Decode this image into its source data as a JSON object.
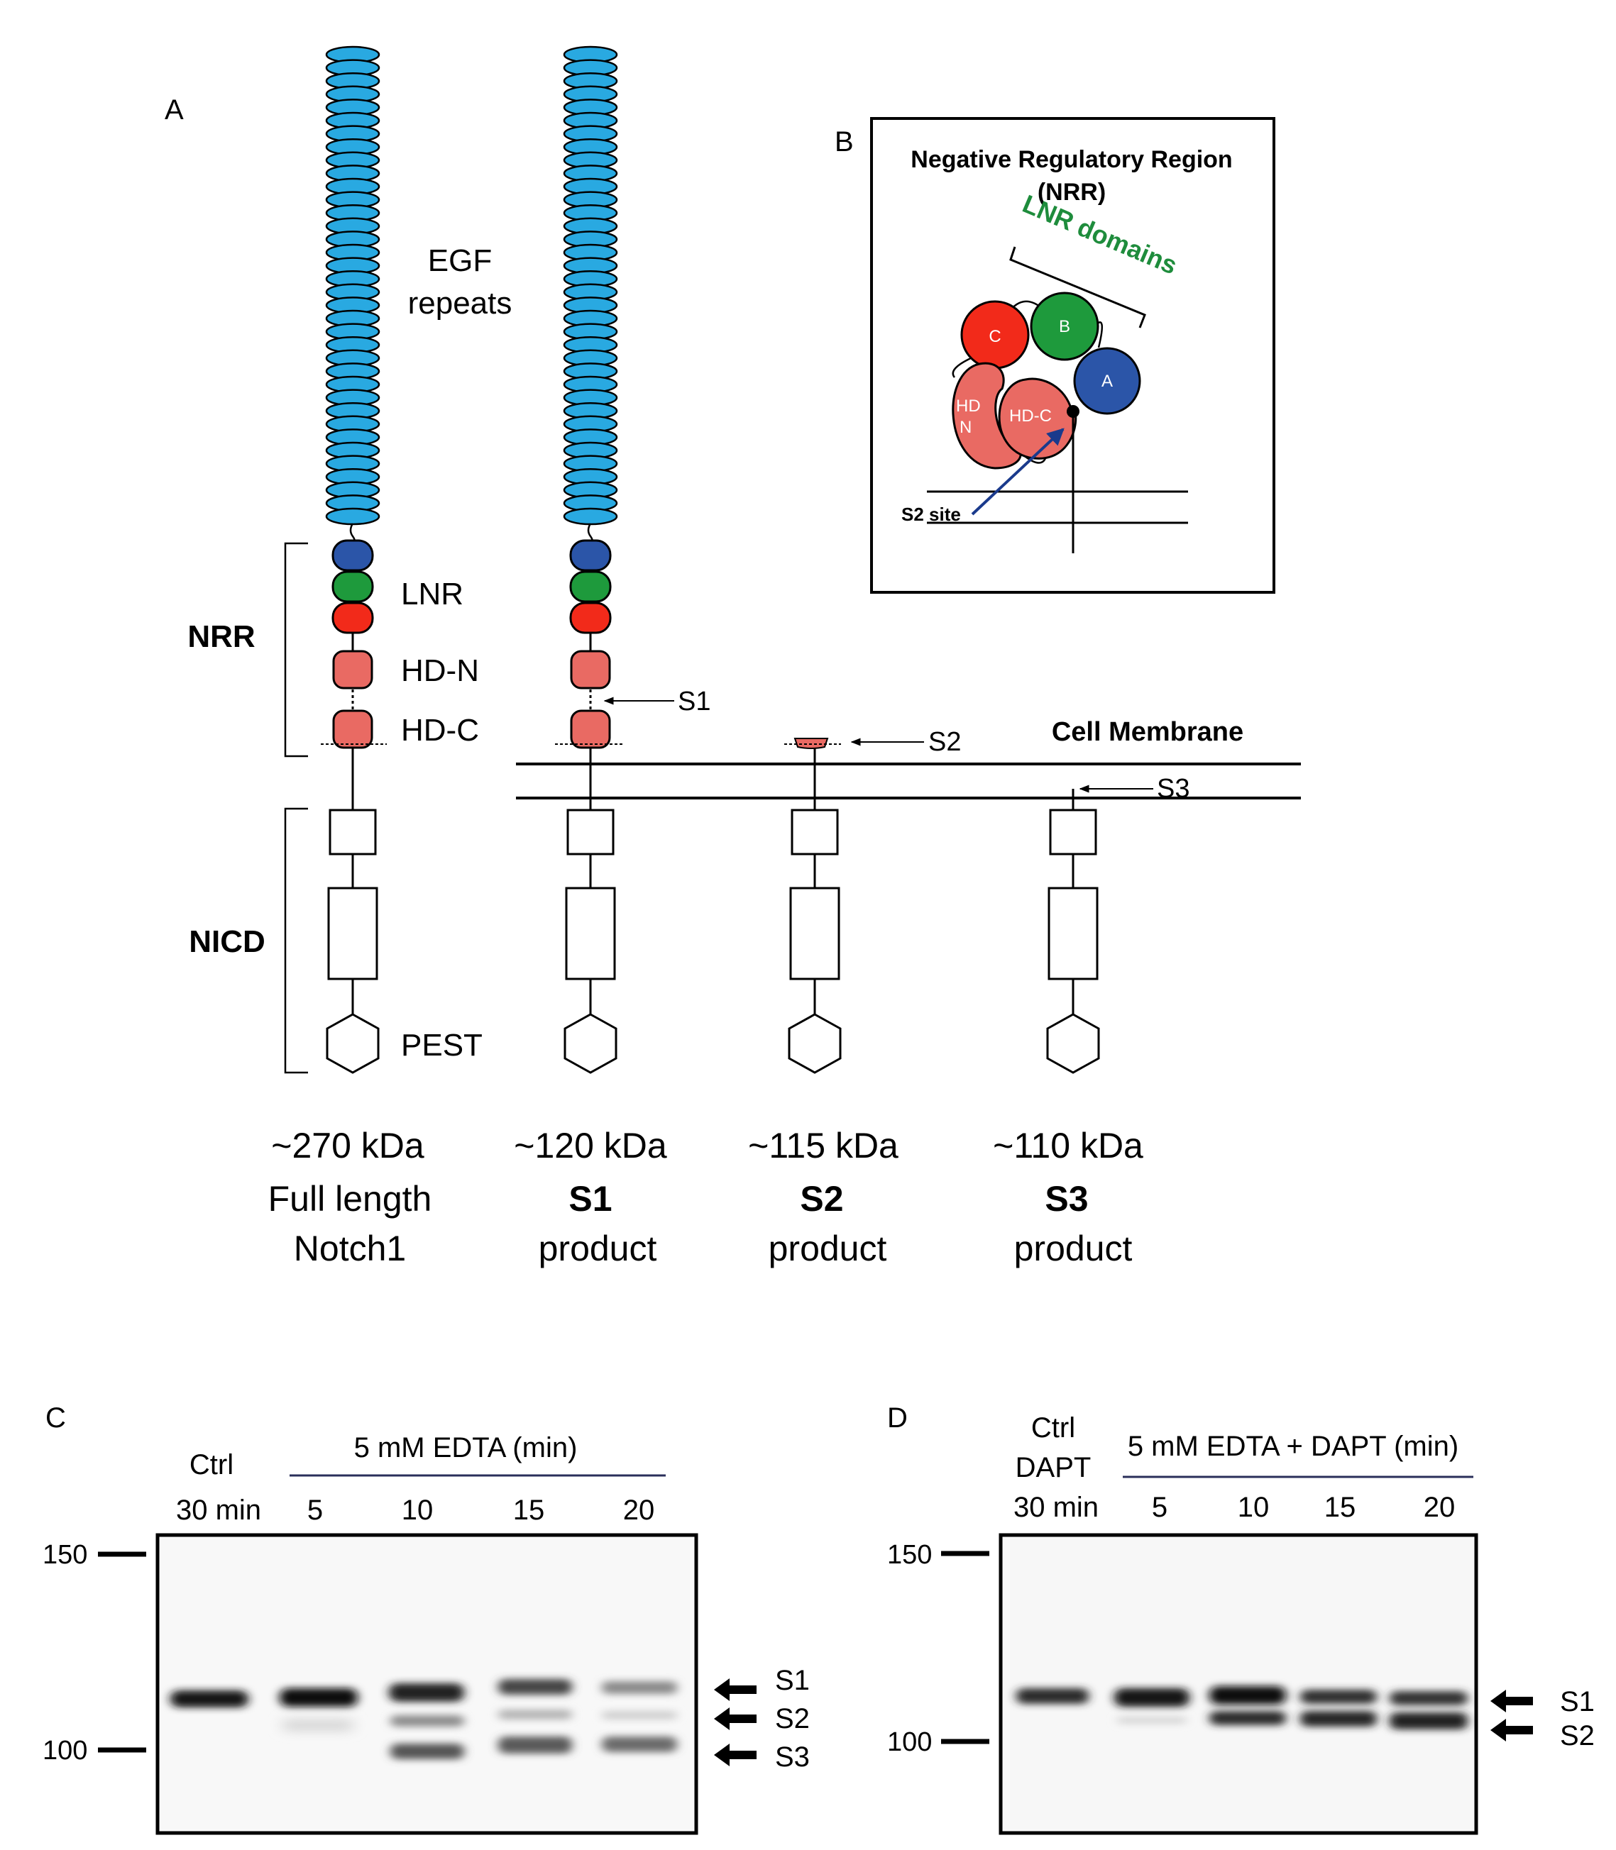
{
  "colors": {
    "egf": "#29a9e1",
    "lnr_a": "#2b55a8",
    "lnr_b": "#1e9a3c",
    "lnr_c": "#f22a1a",
    "hd": "#e96a63",
    "lnr_label": "#1e8c3c",
    "s2_arrow": "#1a3a8c",
    "blot_bracket": "#2a2f5a"
  },
  "icons": {
    "pest": "hexagon-icon",
    "cleavage_arrow": "left-arrow-icon",
    "band_arrow": "bold-left-arrow-icon"
  },
  "panel_a": {
    "letter": "A",
    "egf_label_1": "EGF",
    "egf_label_2": "repeats",
    "nrr_label": "NRR",
    "nicd_label": "NICD",
    "lnr_label": "LNR",
    "hdn_label": "HD-N",
    "hdc_label": "HD-C",
    "pest_label": "PEST",
    "cell_membrane": "Cell Membrane",
    "cleavage_s1": "S1",
    "cleavage_s2": "S2",
    "cleavage_s3": "S3",
    "products": [
      {
        "size": "~270 kDa",
        "line2": "Full length",
        "line3": "Notch1"
      },
      {
        "size": "~120 kDa",
        "line2": "S1",
        "line3": "product"
      },
      {
        "size": "~115 kDa",
        "line2": "S2",
        "line3": "product"
      },
      {
        "size": "~110 kDa",
        "line2": "S3",
        "line3": "product"
      }
    ]
  },
  "panel_b": {
    "letter": "B",
    "title_line1": "Negative Regulatory Region",
    "title_line2": "(NRR)",
    "lnr_domains": "LNR domains",
    "circle_a": "A",
    "circle_b": "B",
    "circle_c": "C",
    "hd_n_1": "HD",
    "hd_n_2": "N",
    "hd_c": "HD-C",
    "s2_site": "S2 site"
  },
  "panel_c": {
    "letter": "C",
    "ctrl_line1": "Ctrl",
    "ctrl_line2": "30 min",
    "treatment": "5 mM EDTA (min)",
    "lanes": [
      "5",
      "10",
      "15",
      "20"
    ],
    "marker_150": "150",
    "marker_100": "100",
    "bands": [
      "S1",
      "S2",
      "S3"
    ]
  },
  "panel_d": {
    "letter": "D",
    "ctrl_line1": "Ctrl",
    "ctrl_line2": "DAPT",
    "ctrl_line3": "30 min",
    "treatment": "5 mM EDTA + DAPT (min)",
    "lanes": [
      "5",
      "10",
      "15",
      "20"
    ],
    "marker_150": "150",
    "marker_100": "100",
    "bands": [
      "S1",
      "S2"
    ]
  }
}
